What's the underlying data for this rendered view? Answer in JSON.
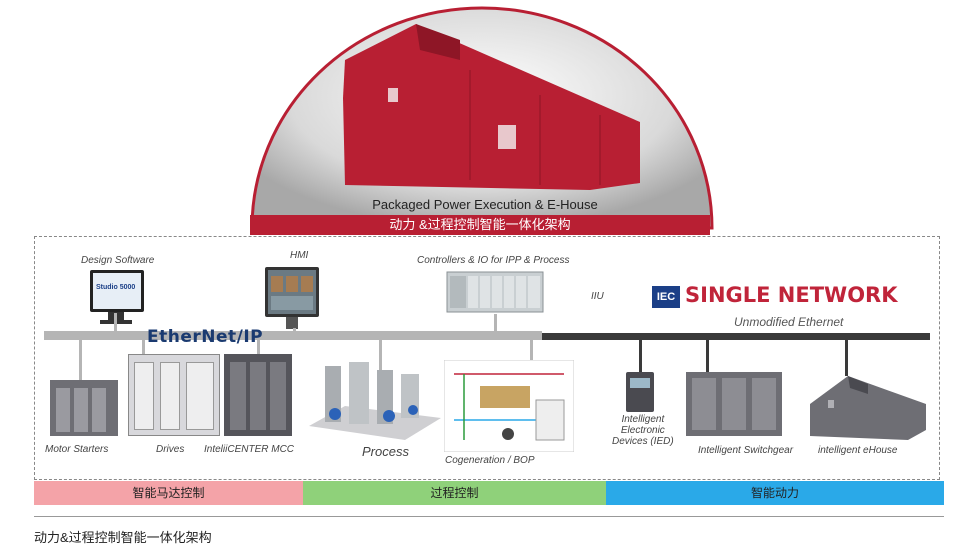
{
  "dome": {
    "title": "Packaged Power Execution & E-House",
    "subtitle": "动力 &过程控制智能一体化架构"
  },
  "network": {
    "ethernet_brand": "EtherNet/IP",
    "iec_logo": "IEC",
    "single_network": "SINGLE NETWORK",
    "unmodified": "Unmodified Ethernet",
    "iiu": "IIU"
  },
  "labels": {
    "design_software": "Design Software",
    "studio": "Studio 5000",
    "hmi": "HMI",
    "controllers": "Controllers & IO for IPP & Process",
    "motor_starters": "Motor Starters",
    "drives": "Drives",
    "mcc": "InteliiCENTER MCC",
    "process": "Process",
    "cogeneration": "Cogeneration / BOP",
    "ied": "Intelligent\nElectronic\nDevices (IED)",
    "switchgear": "Intelligent Switchgear",
    "ehouse": "intelligent eHouse"
  },
  "bars": [
    {
      "label": "智能马达控制",
      "color": "#f4a3a8"
    },
    {
      "label": "过程控制",
      "color": "#8fd17a"
    },
    {
      "label": "智能动力",
      "color": "#2aa9e8"
    }
  ],
  "caption": "动力&过程控制智能一体化架构",
  "colors": {
    "accent_red": "#b81f33",
    "network_gray": "#b5b5b5",
    "network_dark": "#3a3a3a"
  }
}
